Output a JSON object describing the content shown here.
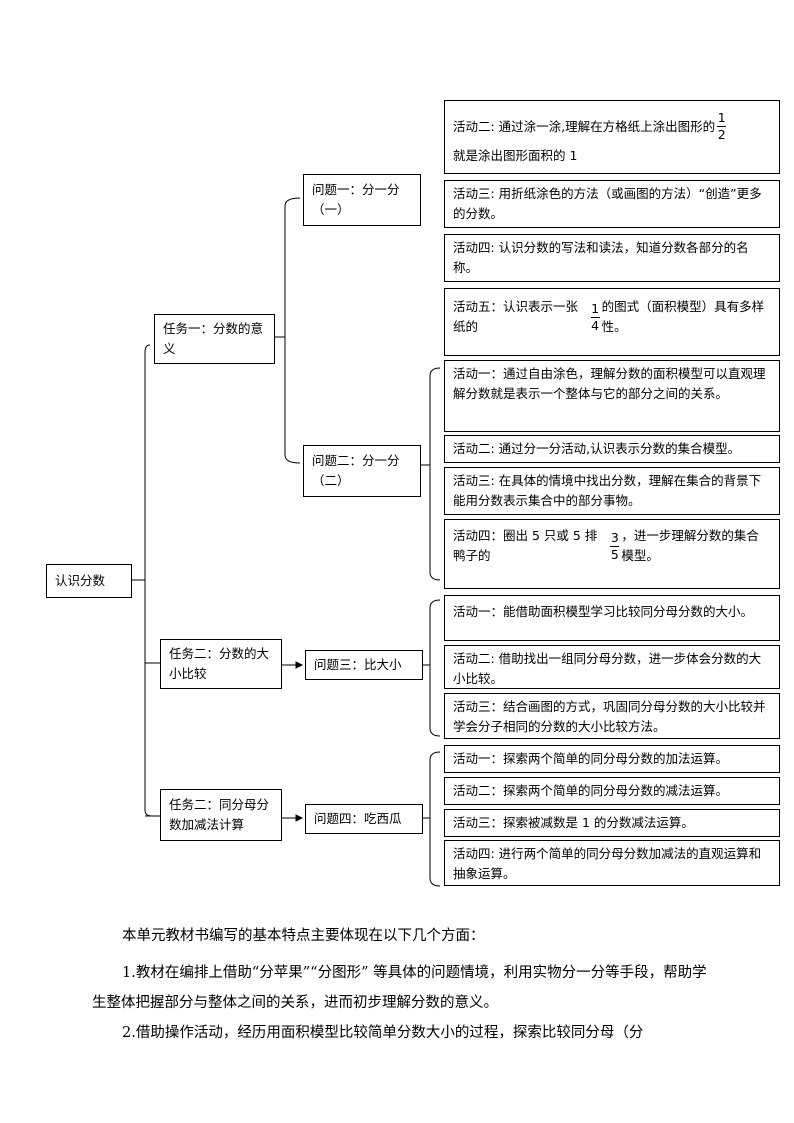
{
  "root": "认识分数",
  "tasks": {
    "t1": "任务一：分数的意义",
    "t2": "任务二：分数的大小比较",
    "t3": "任务二：同分母分数加减法计算"
  },
  "questions": {
    "q1": "问题一：分一分（一）",
    "q2": "问题二：分一分（二）",
    "q3": "问题三：比大小",
    "q4": "问题四：吃西瓜"
  },
  "activities": {
    "q1": {
      "a2_pre": "活动二: 通过涂一涂,理解在方格纸上涂出图形的",
      "a2_line2": "就是涂出图形面积的",
      "a2_frac_num": "1",
      "a2_frac_den": "2",
      "a3": "活动三: 用折纸涂色的方法（或画图的方法）“创造”更多的分数。",
      "a4": "活动四: 认识分数的写法和读法，知道分数各部分的名称。",
      "a5_pre": "活动五：认识表示一张纸的",
      "a5_frac_num": "1",
      "a5_frac_den": "4",
      "a5_post": "的图式（面积模型）具有多样性。"
    },
    "q2": {
      "a1": "活动一：通过自由涂色，理解分数的面积模型可以直观理解分数就是表示一个整体与它的部分之间的关系。",
      "a2": "活动二: 通过分一分活动,认识表示分数的集合模型。",
      "a3": "活动三: 在具体的情境中找出分数，理解在集合的背景下能用分数表示集合中的部分事物。",
      "a4_pre": "活动四：圈出 5 只或 5 排鸭子的",
      "a4_frac_num": "3",
      "a4_frac_den": "5",
      "a4_post": "，进一步理解分数的集合模型。"
    },
    "q3": {
      "a1": "活动一：能借助面积模型学习比较同分母分数的大小。",
      "a2": "活动二: 借助找出一组同分母分数，进一步体会分数的大小比较。",
      "a3": "活动三：结合画图的方式，巩固同分母分数的大小比较并学会分子相同的分数的大小比较方法。"
    },
    "q4": {
      "a1": "活动一：探索两个简单的同分母分数的加法运算。",
      "a2": "活动二：探索两个简单的同分母分数的减法运算。",
      "a3": "活动三：探索被减数是 1 的分数减法运算。",
      "a4": "活动四: 进行两个简单的同分母分数加减法的直观运算和抽象运算。"
    }
  },
  "body_text": {
    "intro": "本单元教材书编写的基本特点主要体现在以下几个方面：",
    "p1": "1.教材在编排上借助“分苹果”“分图形” 等具体的问题情境，利用实物分一分等手段，帮助学生整体把握部分与整体之间的关系，进而初步理解分数的意义。",
    "p2": "2.借助操作活动，经历用面积模型比较简单分数大小的过程，探索比较同分母（分"
  }
}
